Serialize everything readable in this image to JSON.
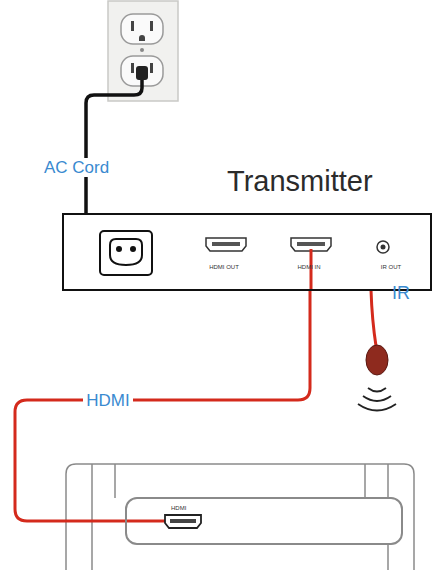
{
  "diagram": {
    "nodes": [
      {
        "text": [
          "Transmitter"
        ]
      },
      {
        "text": [
          "HDMI"
        ]
      }
    ],
    "edges": [
      {
        "from": 0,
        "to": 1,
        "arrow": "none",
        "label": "HDMI"
      }
    ],
    "labels": [
      "AC Cord",
      "HDMI OUT",
      "HDMI IN",
      "IR OUT",
      "IR"
    ]
  }
}
